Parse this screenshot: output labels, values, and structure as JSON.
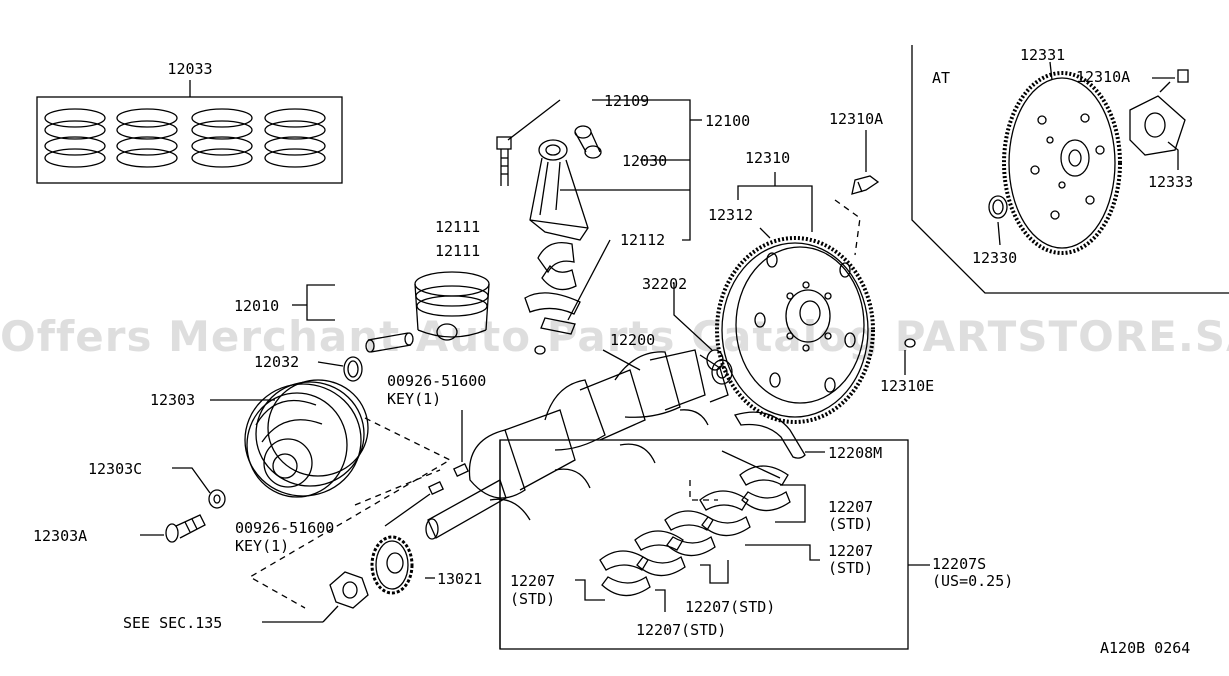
{
  "diagram": {
    "colors": {
      "ink": "#000000",
      "paper": "#ffffff",
      "watermark": "#bdbdbd"
    },
    "watermark": "Offers Merchant Auto Parts Catalog PARTSTORE.SA",
    "drawing_code": "A120B 0264",
    "section_at": "AT",
    "see_sec": "SEE SEC.135",
    "labels": {
      "p12033": "12033",
      "p12109": "12109",
      "p12100": "12100",
      "p12030": "12030",
      "p12111a": "12111",
      "p12111b": "12111",
      "p12112": "12112",
      "p12010": "12010",
      "p12032": "12032",
      "p12303": "12303",
      "p00926a": "00926-51600",
      "keya": "KEY(1)",
      "p12303c": "12303C",
      "p12303a": "12303A",
      "p00926b": "00926-51600",
      "keyb": "KEY(1)",
      "p13021": "13021",
      "p12200": "12200",
      "p32202": "32202",
      "p12310a_main": "12310A",
      "p12310": "12310",
      "p12312": "12312",
      "p12310e": "12310E",
      "p12208m": "12208M",
      "p12207_r1": "12207",
      "std_r1": "(STD)",
      "p12207_r2": "12207",
      "std_r2": "(STD)",
      "p12207s": "12207S",
      "us025": "(US=0.25)",
      "p12207_l": "12207",
      "std_l": "(STD)",
      "p12207_m1": "12207(STD)",
      "p12207_m2": "12207(STD)",
      "p12331": "12331",
      "p12310a_at": "12310A",
      "p12333": "12333",
      "p12330": "12330"
    }
  }
}
